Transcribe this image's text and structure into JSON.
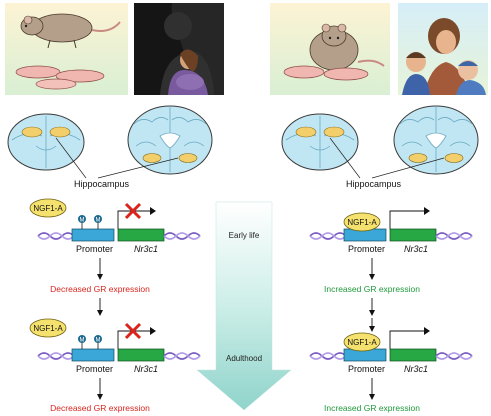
{
  "labels": {
    "hippocampus": "Hippocampus",
    "protein": "NGF1-A",
    "promoter": "Promoter",
    "gene": "Nr3c1",
    "methyl_mark": "M",
    "early_life": "Early life",
    "adulthood": "Adulthood"
  },
  "left_panel": {
    "outcome_1": "Decreased GR expression",
    "outcome_2": "Decreased GR expression"
  },
  "right_panel": {
    "outcome_1": "Increased GR expression",
    "outcome_2": "Increased GR expression"
  },
  "colors": {
    "decreased": "#d8251e",
    "increased": "#1f9a3b",
    "panel_bg_top": "#fdf3d4",
    "panel_bg_bottom": "#dff0d6",
    "brain": "#bfe6f2",
    "hippocampus": "#f2cf6a",
    "protein": "#f5e26e",
    "promoter": "#3aa7d8",
    "gene": "#27a844",
    "dna": "#7b5cc2",
    "big_arrow": "#a8ddd6"
  }
}
